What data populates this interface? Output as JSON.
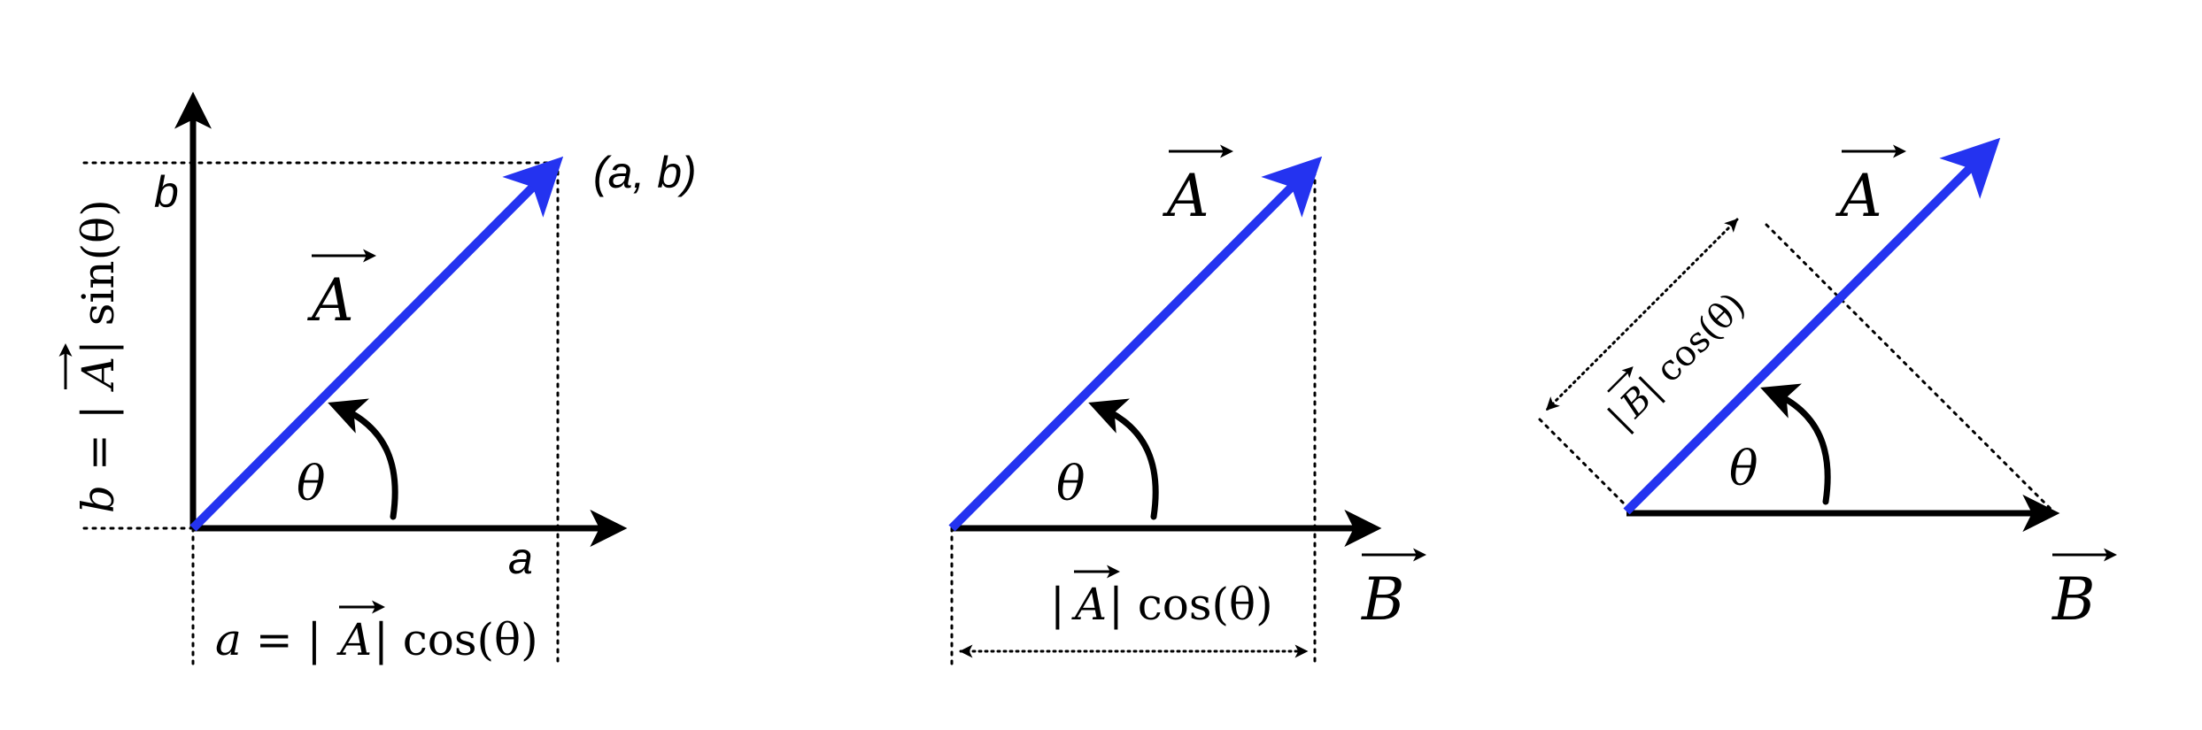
{
  "colors": {
    "vector_a": "#2433f0",
    "axes": "#000000",
    "background": "#ffffff"
  },
  "panel1": {
    "point_label": "(a, b)",
    "y_tick_label": "b",
    "x_tick_label": "a",
    "vector_symbol": "A",
    "angle_symbol": "θ",
    "x_component": {
      "lhs": "a = |",
      "vec": "A",
      "rhs": "| cos(θ)"
    },
    "y_component": {
      "lhs": "b = |",
      "vec": "A",
      "rhs": "| sin(θ)"
    }
  },
  "panel2": {
    "vector_a_symbol": "A",
    "vector_b_symbol": "B",
    "angle_symbol": "θ",
    "projection": {
      "lhs": "|",
      "vec": "A",
      "rhs": "| cos(θ)"
    }
  },
  "panel3": {
    "vector_a_symbol": "A",
    "vector_b_symbol": "B",
    "angle_symbol": "θ",
    "projection": {
      "lhs": "|",
      "vec": "B",
      "rhs": "| cos(θ)"
    }
  }
}
